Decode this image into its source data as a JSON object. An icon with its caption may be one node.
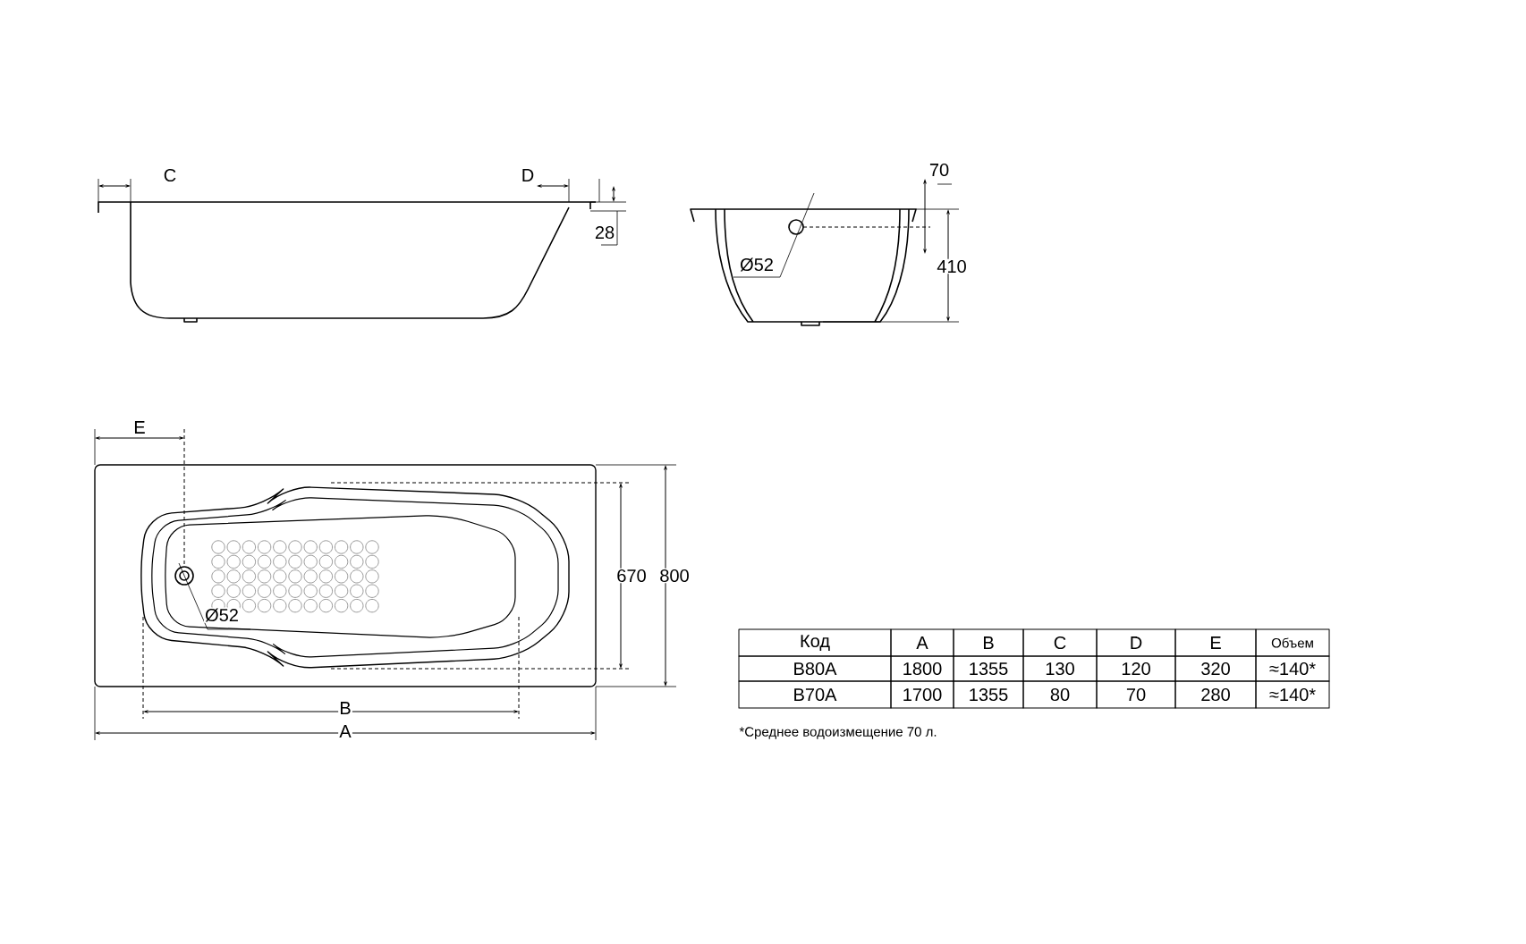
{
  "diagram": {
    "labels": [
      "C",
      "D",
      "28",
      "70",
      "Ø52",
      "410",
      "E",
      "Ø52",
      "670",
      "800",
      "B",
      "A",
      "Код",
      "A",
      "B",
      "C",
      "D",
      "E",
      "Объем",
      "B80A",
      "1800",
      "1355",
      "130",
      "120",
      "320",
      "≈140*",
      "B70A",
      "1700",
      "1355",
      "80",
      "70",
      "280",
      "≈140*",
      "*Среднее водоизмещение 70 л."
    ]
  }
}
